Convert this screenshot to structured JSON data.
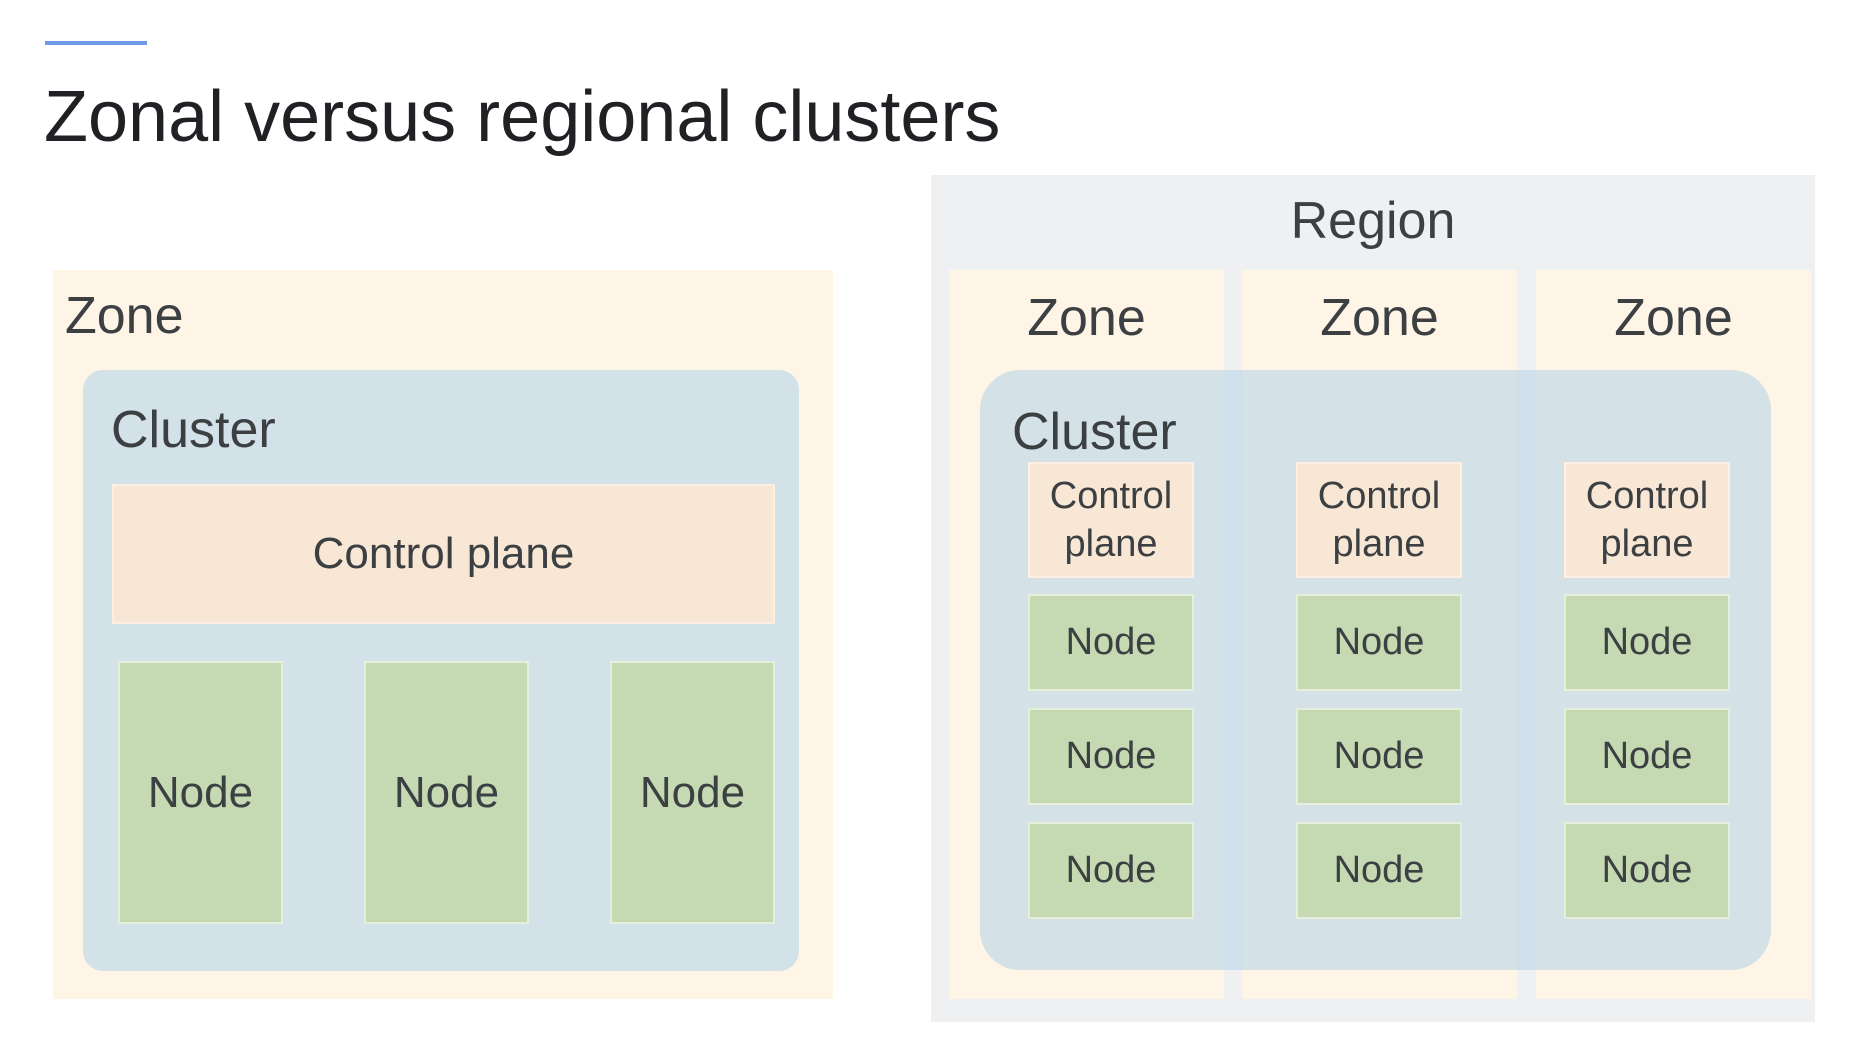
{
  "title": "Zonal versus regional clusters",
  "colors": {
    "accent_rule": "#6f9ae4",
    "zone_fill": "#fef5e6",
    "region_fill": "#eff0f2",
    "cluster_fill": "#d3e1e8",
    "control_plane_fill": "#f9e7d5",
    "node_fill": "#c5dab2",
    "text": "#3c4043"
  },
  "zonal": {
    "zone_label": "Zone",
    "cluster_label": "Cluster",
    "control_plane_label": "Control plane",
    "nodes": [
      "Node",
      "Node",
      "Node"
    ]
  },
  "regional": {
    "region_label": "Region",
    "cluster_label": "Cluster",
    "zones": [
      {
        "label": "Zone",
        "control_plane_label": "Control\nplane",
        "nodes": [
          "Node",
          "Node",
          "Node"
        ]
      },
      {
        "label": "Zone",
        "control_plane_label": "Control\nplane",
        "nodes": [
          "Node",
          "Node",
          "Node"
        ]
      },
      {
        "label": "Zone",
        "control_plane_label": "Control\nplane",
        "nodes": [
          "Node",
          "Node",
          "Node"
        ]
      }
    ]
  }
}
